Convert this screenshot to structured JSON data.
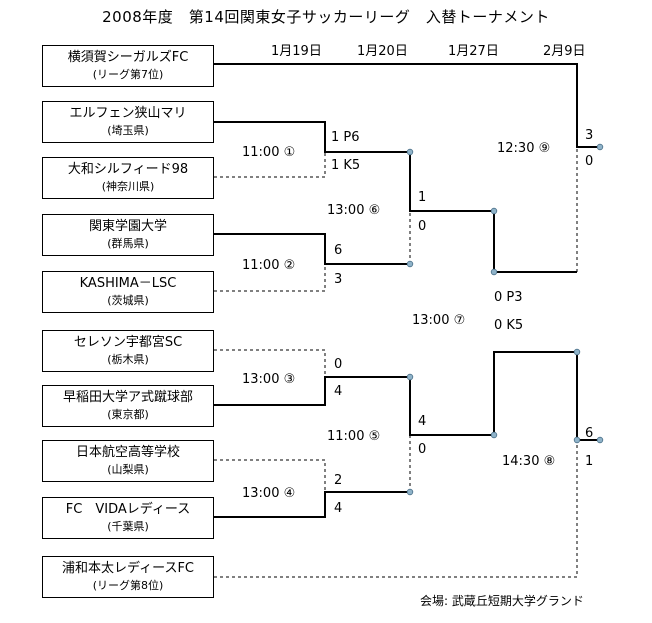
{
  "title": "2008年度　第14回関東女子サッカーリーグ　入替トーナメント",
  "dates": [
    "1月19日",
    "1月20日",
    "1月27日",
    "2月9日"
  ],
  "teams": [
    {
      "name": "横須賀シーガルズFC",
      "sub": "(リーグ第7位)"
    },
    {
      "name": "エルフェン狭山マリ",
      "sub": "(埼玉県)"
    },
    {
      "name": "大和シルフィード98",
      "sub": "(神奈川県)"
    },
    {
      "name": "関東学園大学",
      "sub": "(群馬県)"
    },
    {
      "name": "KASHIMA－LSC",
      "sub": "(茨城県)"
    },
    {
      "name": "セレソン宇都宮SC",
      "sub": "(栃木県)"
    },
    {
      "name": "早稲田大学ア式蹴球部",
      "sub": "(東京都)"
    },
    {
      "name": "日本航空高等学校",
      "sub": "(山梨県)"
    },
    {
      "name": "FC　VIDAレディース",
      "sub": "(千葉県)"
    },
    {
      "name": "浦和本太レディースFC",
      "sub": "(リーグ第8位)"
    }
  ],
  "matches": [
    {
      "id": "m1",
      "time": "11:00 ①",
      "score_top": "1 P6",
      "score_bottom": "1 K5"
    },
    {
      "id": "m2",
      "time": "11:00 ②",
      "score_top": "6",
      "score_bottom": "3"
    },
    {
      "id": "m3",
      "time": "13:00 ③",
      "score_top": "0",
      "score_bottom": "4"
    },
    {
      "id": "m4",
      "time": "13:00 ④",
      "score_top": "2",
      "score_bottom": "4"
    },
    {
      "id": "m5",
      "time": "11:00 ⑤",
      "score_top": "4",
      "score_bottom": "0"
    },
    {
      "id": "m6",
      "time": "13:00 ⑥",
      "score_top": "1",
      "score_bottom": "0"
    },
    {
      "id": "m7",
      "time": "13:00 ⑦",
      "score_top": "0 P3",
      "score_bottom": "0 K5"
    },
    {
      "id": "m8",
      "time": "14:30 ⑧",
      "score_top": "6",
      "score_bottom": "1"
    },
    {
      "id": "m9",
      "time": "12:30 ⑨",
      "score_top": "3",
      "score_bottom": "0"
    }
  ],
  "venue": "会場: 武蔵丘短期大学グランド"
}
